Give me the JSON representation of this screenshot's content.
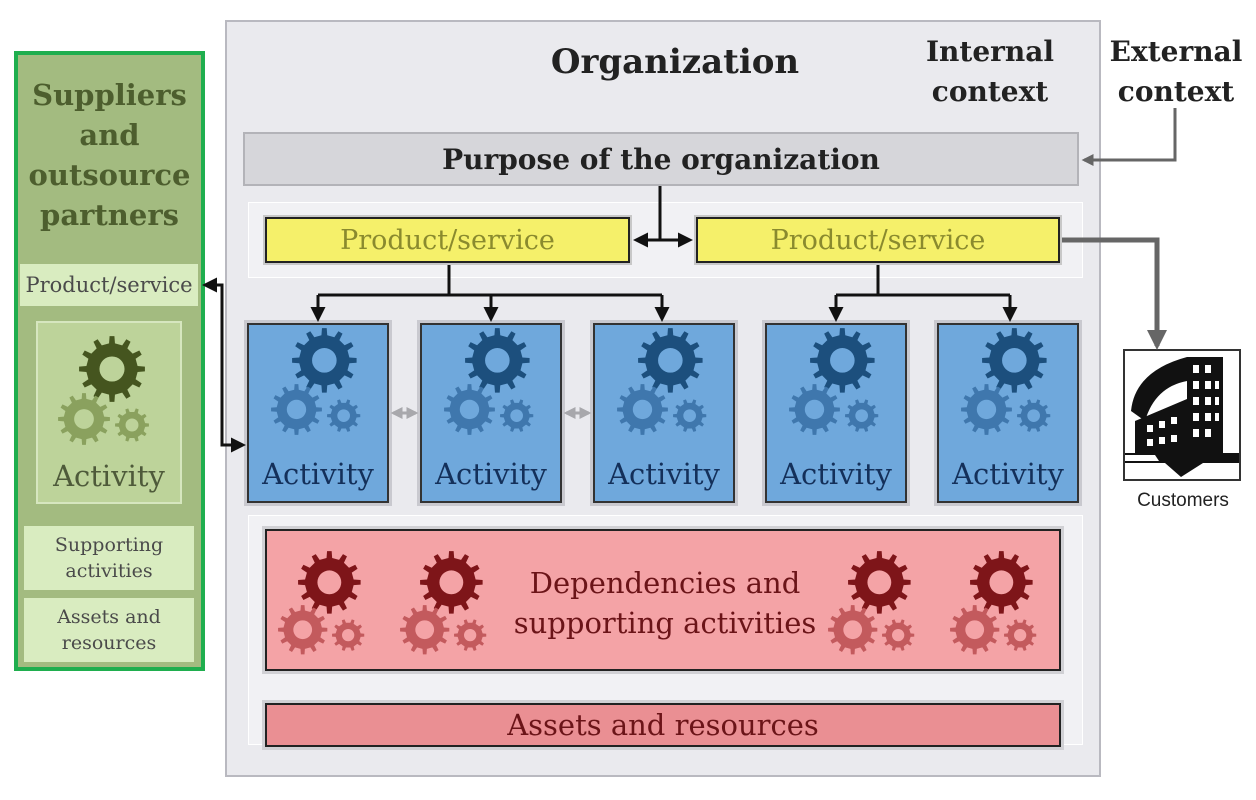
{
  "organization": {
    "title": "Organization"
  },
  "context": {
    "internal": "Internal context",
    "external": "External context"
  },
  "purpose": "Purpose of the organization",
  "products": [
    {
      "label": "Product/service"
    },
    {
      "label": "Product/service"
    }
  ],
  "activities": [
    {
      "label": "Activity"
    },
    {
      "label": "Activity"
    },
    {
      "label": "Activity"
    },
    {
      "label": "Activity"
    },
    {
      "label": "Activity"
    }
  ],
  "dependencies": {
    "label": "Dependencies and supporting activities"
  },
  "assets": {
    "label": "Assets and resources"
  },
  "suppliers": {
    "title": "Suppliers and outsource partners",
    "product": "Product/service",
    "activity": "Activity",
    "supporting": "Supporting activities",
    "assets": "Assets and resources"
  },
  "customers": {
    "label": "Customers"
  },
  "colors": {
    "activity_fill": "#6fa8dc",
    "gear_blue_dark": "#1c4f7d",
    "gear_blue_light": "#3f77ad",
    "product_fill": "#f5f06a",
    "dependency_fill": "#f4a3a6",
    "assets_fill": "#ea8f93",
    "gear_red_dark": "#7e1519",
    "gear_red_light": "#c35a5d",
    "supplier_fill": "#a3bb80",
    "supplier_border": "#1fae4e",
    "gear_green_dark": "#45551f",
    "gear_green_light": "#8aa15e"
  }
}
